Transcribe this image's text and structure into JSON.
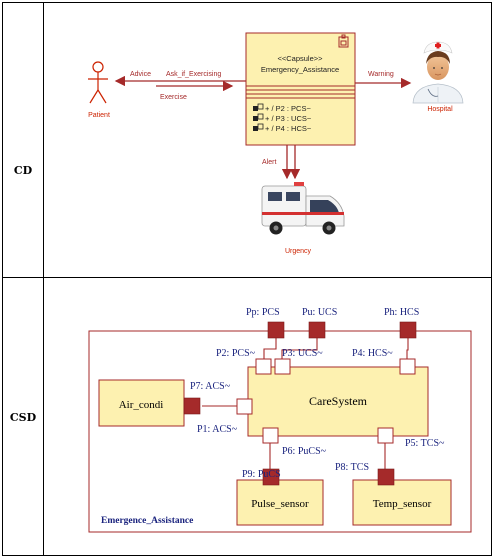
{
  "rows": {
    "cd_label": "CD",
    "csd_label": "CSD"
  },
  "cd": {
    "capsule_stereotype": "<<Capsule>>",
    "capsule_name": "Emergency_Assistance",
    "ports": [
      "+ / P2 : PCS~",
      "+ / P3 : UCS~",
      "+ / P4 : HCS~"
    ],
    "patient_label": "Patient",
    "hospital_label": "Hospital",
    "urgency_label": "Urgency",
    "msg_advice": "Advice",
    "msg_ask": "Ask_if_Exercising",
    "msg_exercise": "Exercise",
    "msg_warning": "Warning",
    "msg_alert": "Alert"
  },
  "csd": {
    "outer_name": "Emergence_Assistance",
    "caresystem": "CareSystem",
    "air_condi": "Air_condi",
    "pulse_sensor": "Pulse_sensor",
    "temp_sensor": "Temp_sensor",
    "pp": "Pp: PCS",
    "pu": "Pu: UCS",
    "ph": "Ph: HCS",
    "p2": "P2: PCS~",
    "p3": "P3: UCS~",
    "p4": "P4: HCS~",
    "p7": "P7: ACS~",
    "p1": "P1: ACS~",
    "p6": "P6: PuCS~",
    "p5": "P5: TCS~",
    "p9": "P9: PuCS",
    "p8": "P8: TCS"
  },
  "colors": {
    "line_red": "#a52a2a",
    "box_fill": "#fdf1b0",
    "port_fill": "#a52a2a",
    "accent_red": "#cc2200"
  }
}
